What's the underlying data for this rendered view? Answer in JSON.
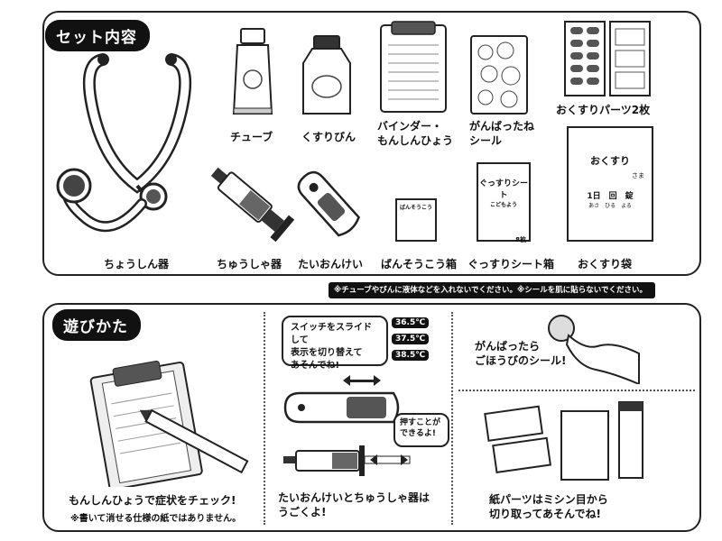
{
  "sections": {
    "contents_title": "セット内容",
    "howto_title": "遊びかた"
  },
  "items": {
    "stethoscope": "ちょうしん器",
    "tube": "チューブ",
    "medicine_bottle": "くすりびん",
    "binder": "バインダー・\nもんしんひょう",
    "sticker": "がんばったね\nシール",
    "medicine_parts": "おくすりパーツ2枚",
    "syringe": "ちゅうしゃ器",
    "thermometer": "たいおんけい",
    "bandage_box": "ばんそうこう箱",
    "sleep_sheet_box": "ぐっすりシート箱",
    "medicine_bag": "おくすり袋"
  },
  "notice": "※チューブやびんに液体などを入れないでください。※シールを肌に貼らないでください。",
  "box_art": {
    "bandage_box_title": "ばんそうこう",
    "sleep_box_title": "ぐっすりシート",
    "sleep_box_sub": "こどもよう",
    "sleep_box_count": "8枚",
    "medicine_bag_title": "おくすり",
    "medicine_bag_sama": "さま",
    "medicine_bag_dose": "1日　回　錠",
    "medicine_bag_times": "あさ　ひる　よる"
  },
  "howto": {
    "step1_caption": "もんしんひょうで症状をチェック!",
    "step1_note": "※書いて消せる仕様の紙ではありません。",
    "speech_switch": "スイッチをスライドして\n表示を切り替えて\nあそんでね!",
    "temps": [
      "36.5℃",
      "37.5℃",
      "38.5℃"
    ],
    "speech_push": "押すことが\nできるよ!",
    "step2_caption": "たいおんけいとちゅうしゃ器は\nうごくよ!",
    "step3_caption": "がんばったら\nごほうびのシール!",
    "step4_caption": "紙パーツはミシン目から\n切り取ってあそんでね!"
  }
}
